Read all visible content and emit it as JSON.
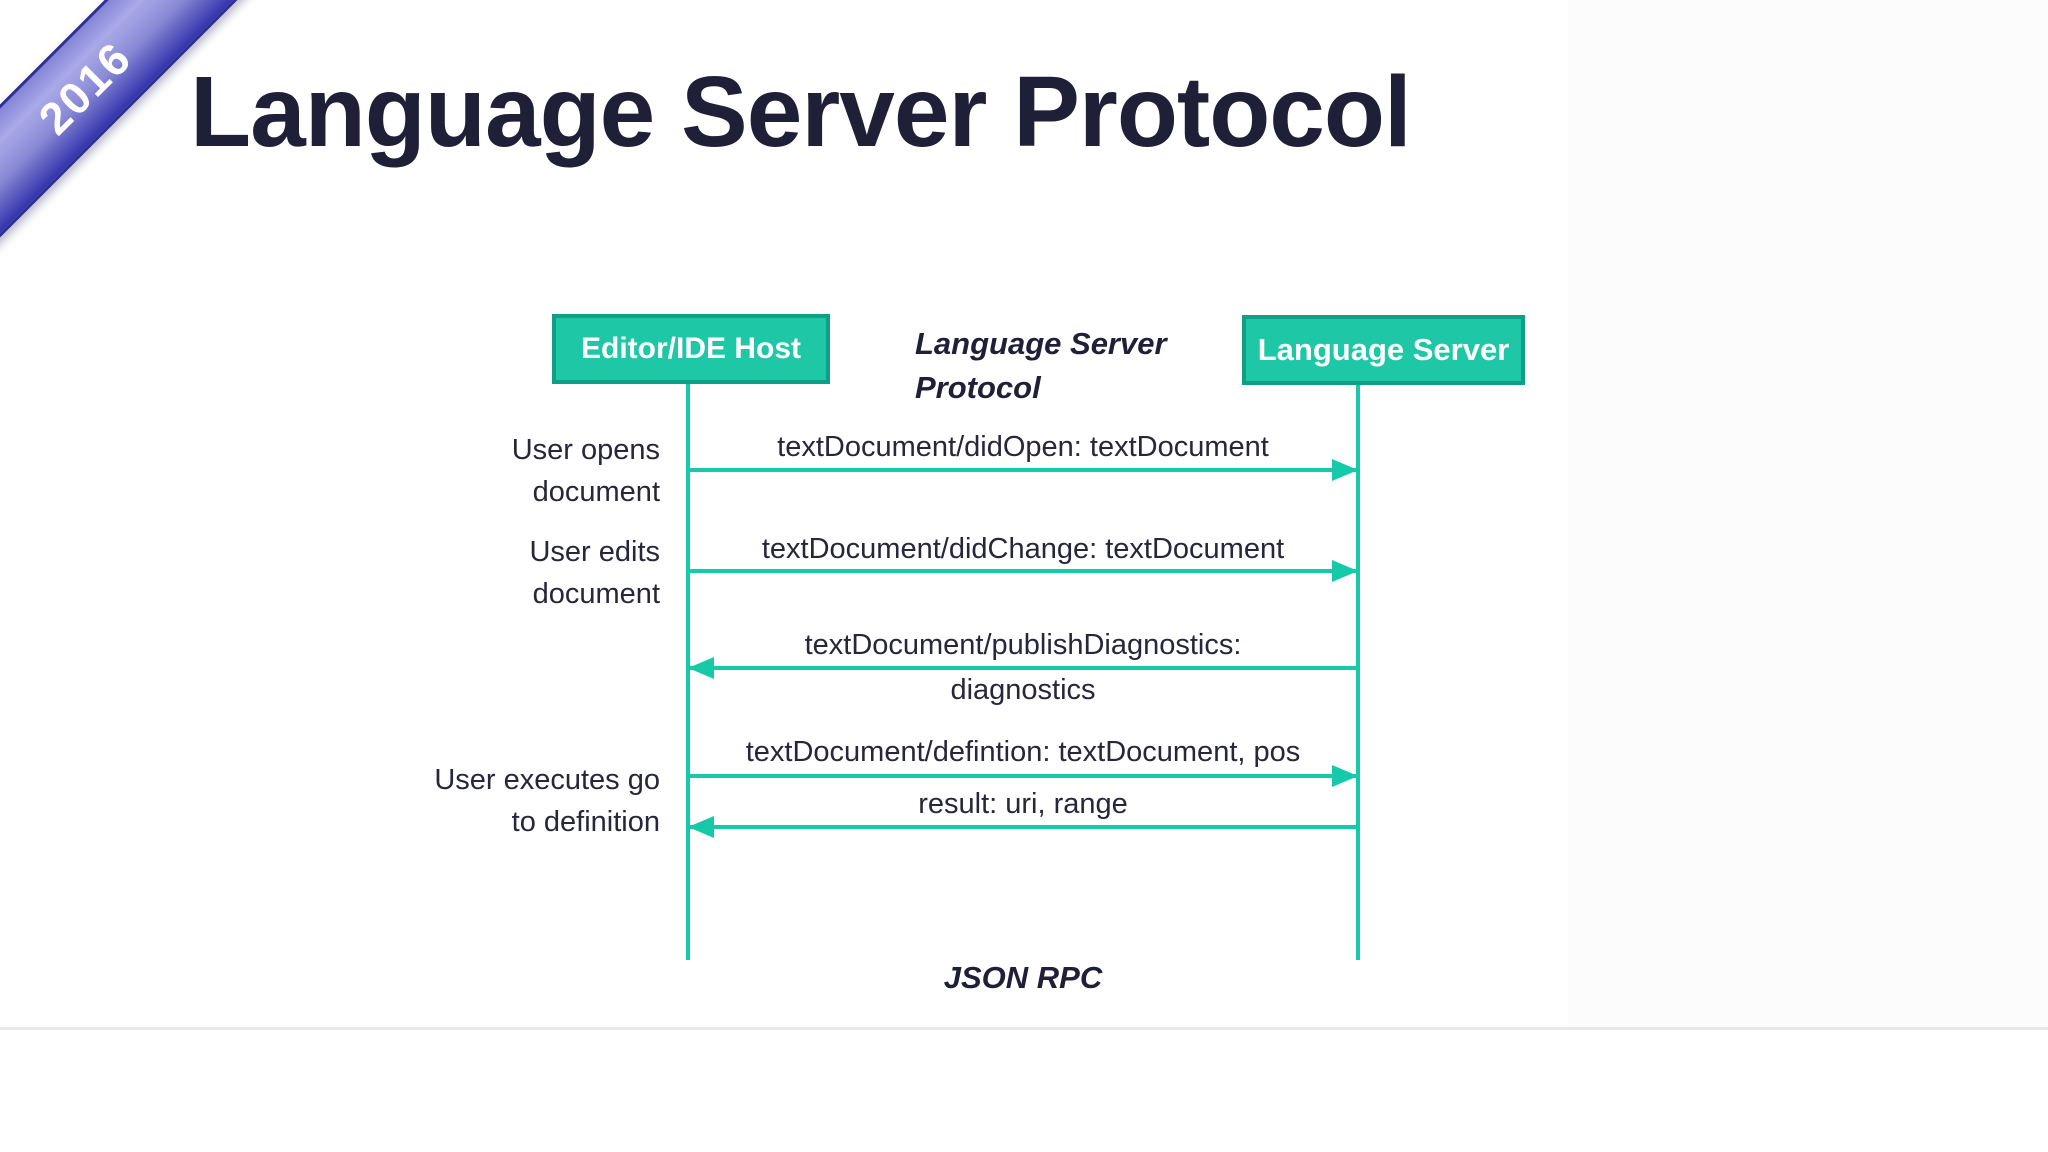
{
  "ribbon": {
    "year": "2016"
  },
  "title": "Language Server Protocol",
  "diagram": {
    "actors": [
      {
        "label": "Editor/IDE Host"
      },
      {
        "label": "Language Server"
      }
    ],
    "protocol_label": "Language Server Protocol",
    "transport_label": "JSON RPC",
    "messages": [
      {
        "label": "textDocument/didOpen: textDocument",
        "direction": "right"
      },
      {
        "label": "textDocument/didChange: textDocument",
        "direction": "right"
      },
      {
        "label": "textDocument/publishDiagnostics:",
        "label_below": "diagnostics",
        "direction": "left"
      },
      {
        "label": "textDocument/defintion: textDocument, pos",
        "direction": "right"
      },
      {
        "label": "result: uri, range",
        "direction": "left"
      }
    ],
    "side_labels": [
      {
        "lines": [
          "User opens",
          "document"
        ]
      },
      {
        "lines": [
          "User edits",
          "document"
        ]
      },
      {
        "lines": [
          "User executes go",
          "to definition"
        ]
      }
    ],
    "colors": {
      "teal_fill": "#1ec7a6",
      "teal_border": "#0e9f87",
      "teal_line": "#16c9a9",
      "dark_text": "#1f1f38",
      "ribbon_light": "#a9a9e8",
      "ribbon_dark": "#3434ac"
    }
  }
}
